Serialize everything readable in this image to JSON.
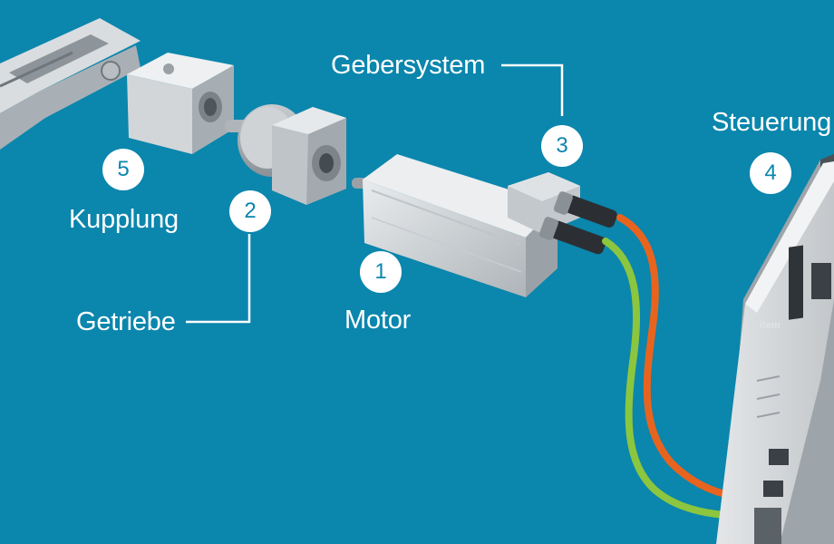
{
  "components": [
    {
      "id": "motor",
      "number": "1",
      "label": "Motor"
    },
    {
      "id": "getriebe",
      "number": "2",
      "label": "Getriebe"
    },
    {
      "id": "gebersystem",
      "number": "3",
      "label": "Gebersystem"
    },
    {
      "id": "steuerung",
      "number": "4",
      "label": "Steuerung"
    },
    {
      "id": "kupplung",
      "number": "5",
      "label": "Kupplung"
    }
  ],
  "controller_brand": "item",
  "colors": {
    "background": "#0b86ad",
    "cable_orange": "#e8641e",
    "cable_green": "#8cc63f",
    "label": "#ffffff"
  }
}
